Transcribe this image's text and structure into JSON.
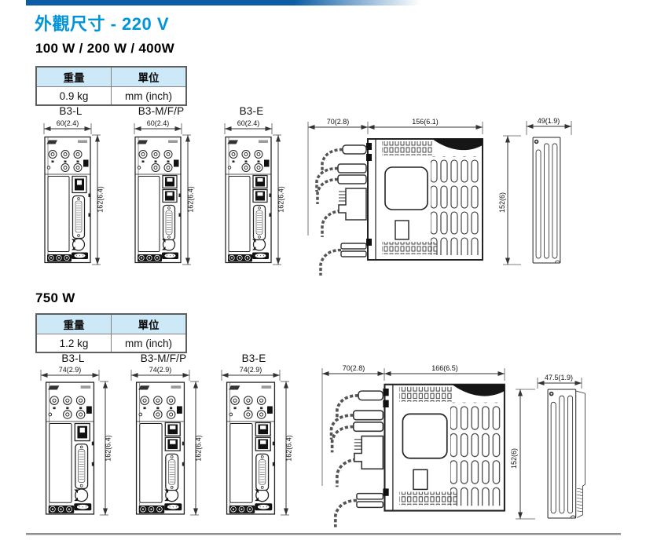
{
  "page": {
    "title": "外觀尺寸 - 220 V",
    "accent_color": "#0094da"
  },
  "sections": [
    {
      "heading": "100 W / 200 W / 400W",
      "table": {
        "headers": [
          "重量",
          "單位"
        ],
        "values": [
          "0.9 kg",
          "mm (inch)"
        ]
      },
      "models": [
        {
          "label": "B3-L",
          "width_dim": "60(2.4)",
          "height_dim": "162(6.4)"
        },
        {
          "label": "B3-M/F/P",
          "width_dim": "60(2.4)",
          "height_dim": "162(6.4)"
        },
        {
          "label": "B3-E",
          "width_dim": "60(2.4)",
          "height_dim": "162(6.4)"
        }
      ],
      "side_view": {
        "depth_dim": "70(2.8)",
        "width_dim": "156(6.1)"
      },
      "rear_view": {
        "width_dim": "49(1.9)",
        "height_dim": "152(6)"
      }
    },
    {
      "heading": "750 W",
      "table": {
        "headers": [
          "重量",
          "單位"
        ],
        "values": [
          "1.2 kg",
          "mm (inch)"
        ]
      },
      "models": [
        {
          "label": "B3-L",
          "width_dim": "74(2.9)",
          "height_dim": "162(6.4)"
        },
        {
          "label": "B3-M/F/P",
          "width_dim": "74(2.9)",
          "height_dim": "162(6.4)"
        },
        {
          "label": "B3-E",
          "width_dim": "74(2.9)",
          "height_dim": "162(6.4)"
        }
      ],
      "side_view": {
        "depth_dim": "70(2.8)",
        "width_dim": "166(6.5)"
      },
      "rear_view": {
        "width_dim": "47.5(1.9)",
        "height_dim": "152(6)"
      }
    }
  ]
}
